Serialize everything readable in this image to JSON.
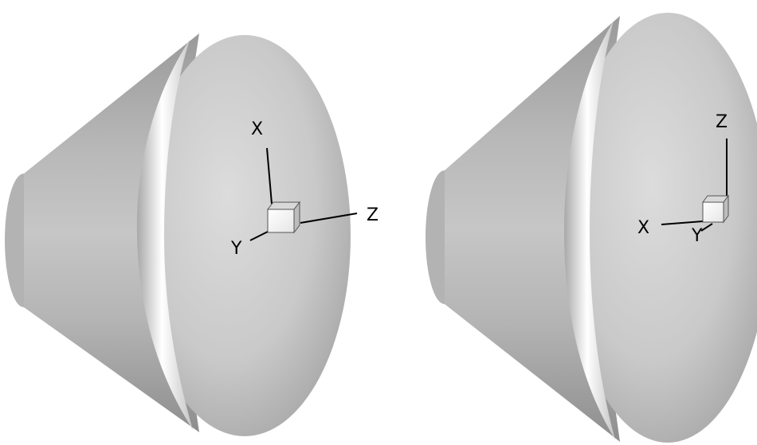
{
  "views": [
    {
      "name": "left-view",
      "axes": {
        "x": "X",
        "y": "Y",
        "z": "Z"
      }
    },
    {
      "name": "right-view",
      "axes": {
        "x": "X",
        "y": "Y",
        "z": "Z"
      }
    }
  ],
  "colors": {
    "background": "#ffffff",
    "body_dark": "#8f8f8f",
    "body_mid": "#c8c8c8",
    "body_light": "#f4f4f4",
    "axis": "#000000"
  }
}
